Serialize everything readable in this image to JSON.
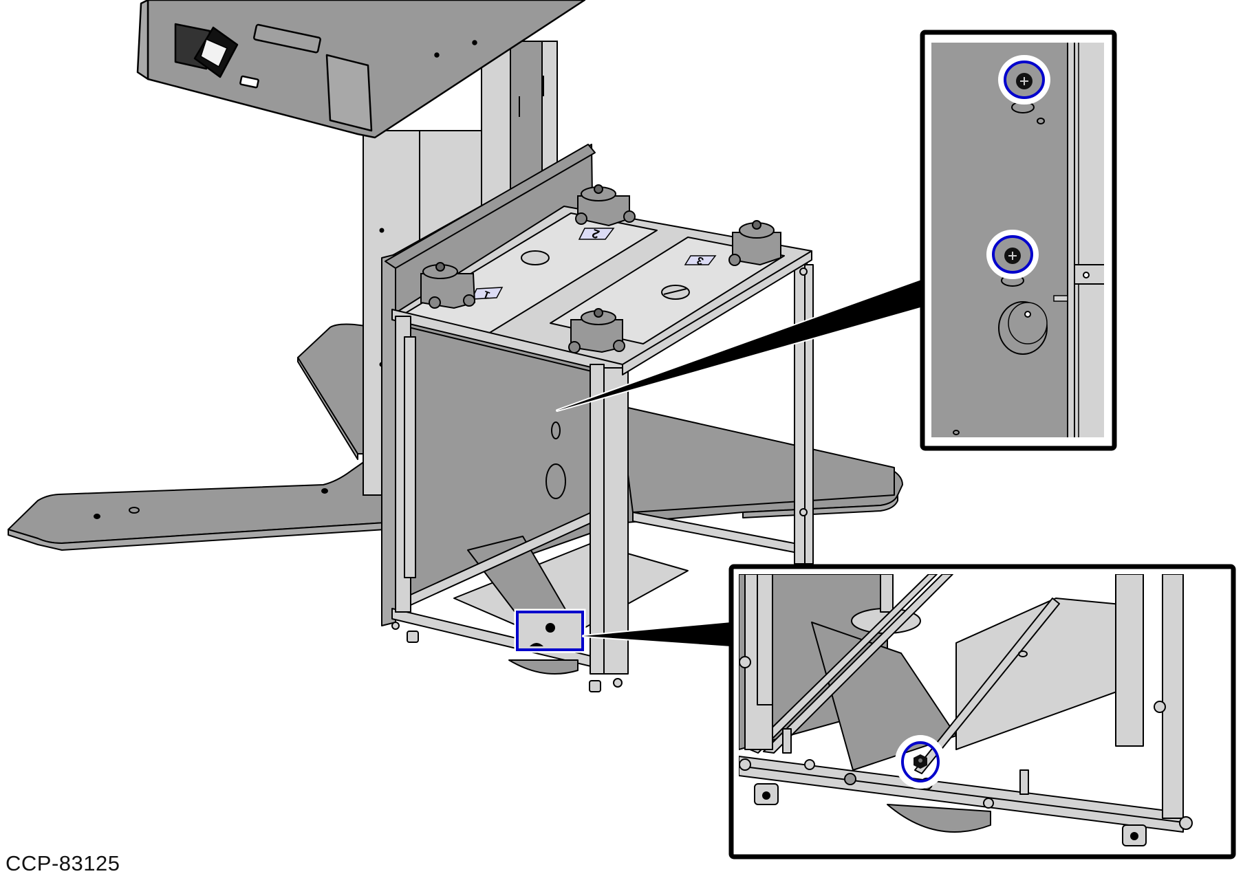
{
  "figure": {
    "id_label": "CCP-83125",
    "type": "technical installation illustration",
    "subject": "Kiosk stand base frame with load-cell mounting plate"
  },
  "colors": {
    "outline": "#000000",
    "dark_gray": "#999999",
    "mid_gray": "#a8a8a8",
    "light_gray": "#d3d3d3",
    "panel_label": "#dcdcf5",
    "highlight_marker": "#0000cc",
    "halo": "#ffffff",
    "callout_frame": "#000000"
  },
  "scale_positions": {
    "labels": [
      "1",
      "2",
      "3"
    ],
    "count": 4
  },
  "callouts": [
    {
      "name": "side-panel-screws-detail",
      "description": "Zoomed view of side panel showing two highlighted screws",
      "markers": 2,
      "marker_shape": "circle"
    },
    {
      "name": "base-nut-detail",
      "description": "Zoomed view of base frame showing highlighted hex nut",
      "markers": 1,
      "marker_shape": "circle",
      "source_marker_shape": "rectangle"
    }
  ]
}
